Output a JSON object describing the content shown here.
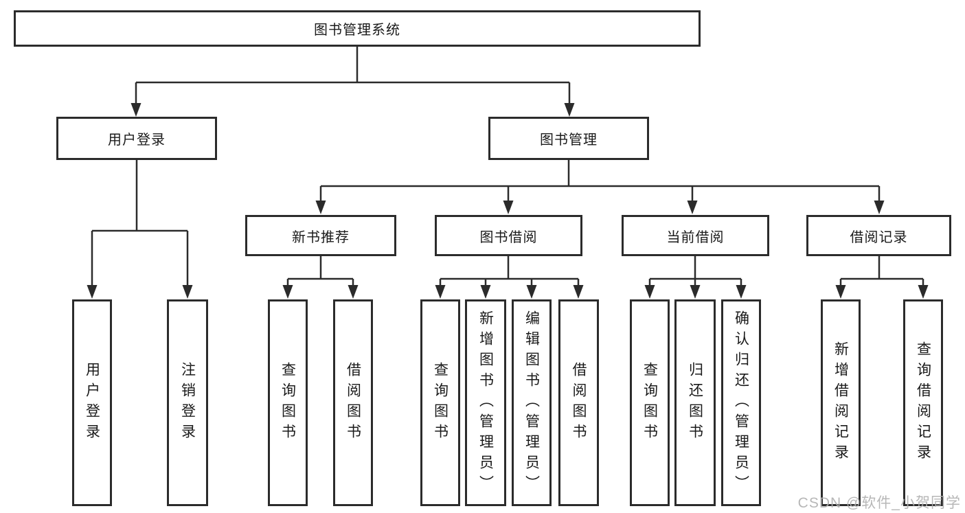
{
  "diagram": {
    "root": "图书管理系统",
    "branches": {
      "user_login": "用户登录",
      "book_management": "图书管理"
    },
    "sections": {
      "new_book_recommend": "新书推荐",
      "book_borrow": "图书借阅",
      "current_borrow": "当前借阅",
      "borrow_record": "借阅记录"
    },
    "leaves": {
      "user_login": "用户登录",
      "logout": "注销登录",
      "recommend_query_book": "查询图书",
      "recommend_borrow_book": "借阅图书",
      "borrow_query_book": "查询图书",
      "borrow_add_book": "新增图书（管理员）",
      "borrow_edit_book": "编辑图书（管理员）",
      "borrow_borrow_book": "借阅图书",
      "current_query_book": "查询图书",
      "current_return_book": "归还图书",
      "current_confirm_return": "确认归还（管理员）",
      "record_add": "新增借阅记录",
      "record_query": "查询借阅记录"
    },
    "watermark": "CSDN @软件_小贺同学",
    "colors": {
      "line": "#2b2b2b",
      "text": "#1a1a1a",
      "watermark": "#b0b0b0",
      "background": "#ffffff"
    }
  }
}
